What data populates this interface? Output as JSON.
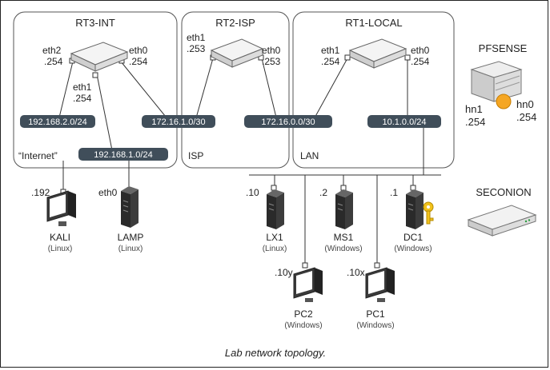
{
  "zones": {
    "rt3": {
      "title": "RT3-INT",
      "label": "“Internet”"
    },
    "rt2": {
      "title": "RT2-ISP",
      "label": "ISP"
    },
    "rt1": {
      "title": "RT1-LOCAL",
      "label": "LAN"
    }
  },
  "interfaces": {
    "rt3_eth2": [
      "eth2",
      ".254"
    ],
    "rt3_eth0": [
      "eth0",
      ".254"
    ],
    "rt3_eth1": [
      "eth1",
      ".254"
    ],
    "rt2_eth1": [
      "eth1",
      ".253"
    ],
    "rt2_eth0": [
      "eth0",
      ".253"
    ],
    "rt1_eth1": [
      "eth1",
      ".254"
    ],
    "rt1_eth0": [
      "eth0",
      ".254"
    ],
    "pf_hn1": [
      "hn1",
      ".254"
    ],
    "pf_hn0": [
      "hn0",
      ".254"
    ]
  },
  "networks": {
    "n192_2": "192.168.2.0/24",
    "n192_1": "192.168.1.0/24",
    "n172_1": "172.16.1.0/30",
    "n172_0": "172.16.0.0/30",
    "n10": "10.1.0.0/24"
  },
  "devices": {
    "pfsense": {
      "name": "PFSENSE"
    },
    "seconion": {
      "name": "SECONION"
    },
    "kali": {
      "name": "KALI",
      "os": "(Linux)",
      "addr": ".192"
    },
    "lamp": {
      "name": "LAMP",
      "os": "(Linux)",
      "addr": "eth0"
    },
    "lx1": {
      "name": "LX1",
      "os": "(Linux)",
      "addr": ".10"
    },
    "ms1": {
      "name": "MS1",
      "os": "(Windows)",
      "addr": ".2"
    },
    "dc1": {
      "name": "DC1",
      "os": "(Windows)",
      "addr": ".1"
    },
    "pc2": {
      "name": "PC2",
      "os": "(Windows)",
      "addr": ".10y"
    },
    "pc1": {
      "name": "PC1",
      "os": "(Windows)",
      "addr": ".10x"
    }
  },
  "caption": "Lab network topology.",
  "colors": {
    "net_bar": "#404e5a",
    "zone_border": "#555555",
    "key": "#f2c21b",
    "pfsense_badge": "#f5a623"
  }
}
